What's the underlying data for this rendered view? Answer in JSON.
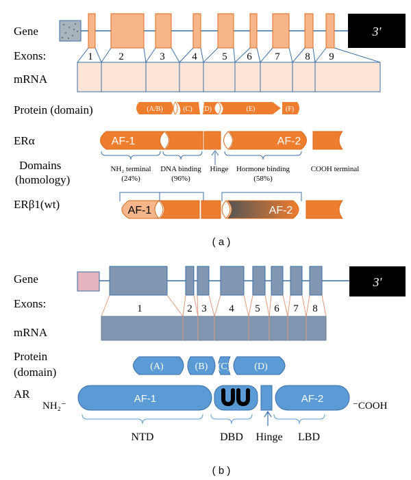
{
  "colors": {
    "orange": "#ef7d2e",
    "peach": "#f6b68a",
    "pale_peach": "#fde5d8",
    "blue": "#5b9bd5",
    "slate": "#8096b2",
    "pink": "#e6b6c0",
    "line_blue": "#3a6ea8",
    "black": "#000000"
  },
  "panel_a": {
    "caption": "( a )",
    "gene_label": "Gene",
    "three_prime": "3′",
    "exons_label": "Exons:",
    "exon_numbers": [
      "1",
      "2",
      "3",
      "4",
      "5",
      "6",
      "7",
      "8",
      "9"
    ],
    "mrna_label": "mRNA",
    "protein_label": "Protein (domain)",
    "protein_domains": [
      "(A/B)",
      "(C)",
      "(D)",
      "(E)",
      "(F)"
    ],
    "er_alpha_label": "ERα",
    "domains_label_1": "Domains",
    "domains_label_2": "(homology)",
    "af1": "AF-1",
    "af2": "AF-2",
    "hinge": "Hinge",
    "nh2_terminal": "NH₂ terminal",
    "nh2_pct": "(24%)",
    "dna_binding": "DNA binding",
    "dna_pct": "(96%)",
    "hormone_binding": "Hormone binding",
    "hormone_pct": "(58%)",
    "cooh_terminal": "COOH terminal",
    "er_beta_label": "ERβ1(wt)"
  },
  "panel_b": {
    "caption": "( b )",
    "gene_label": "Gene",
    "three_prime": "3′",
    "exons_label": "Exons:",
    "exon_numbers": [
      "1",
      "2",
      "3",
      "4",
      "5",
      "6",
      "7",
      "8"
    ],
    "mrna_label": "mRNA",
    "protein_label_1": "Protein",
    "protein_label_2": "(domain)",
    "protein_domains": [
      "(A)",
      "(B)",
      "(C)",
      "(D)"
    ],
    "ar_label": "AR",
    "nh2": "NH₂⁻",
    "cooh": "⁻COOH",
    "af1": "AF-1",
    "af2": "AF-2",
    "ntd": "NTD",
    "dbd": "DBD",
    "hinge": "Hinge",
    "lbd": "LBD"
  }
}
